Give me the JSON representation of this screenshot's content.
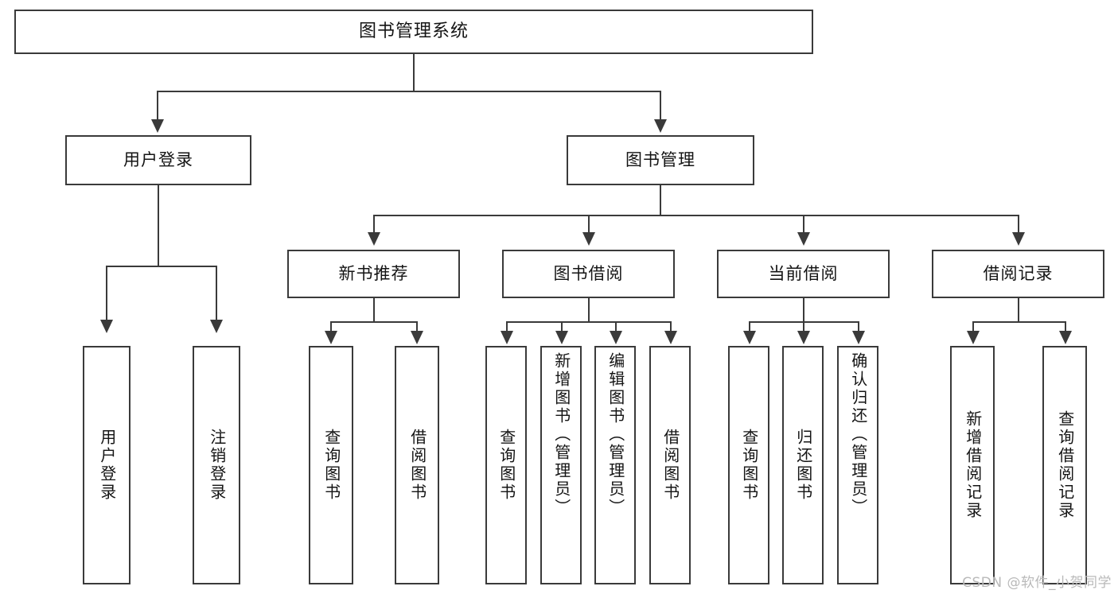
{
  "diagram": {
    "title": "图书管理系统",
    "type": "tree-hierarchy-chart",
    "root": {
      "label": "图书管理系统"
    },
    "level2": [
      {
        "label": "用户登录"
      },
      {
        "label": "图书管理"
      }
    ],
    "level3": [
      {
        "label": "新书推荐"
      },
      {
        "label": "图书借阅"
      },
      {
        "label": "当前借阅"
      },
      {
        "label": "借阅记录"
      }
    ],
    "leaves": {
      "user_login": [
        {
          "label": "用户登录"
        },
        {
          "label": "注销登录"
        }
      ],
      "new_book_recommend": [
        {
          "label": "查询图书"
        },
        {
          "label": "借阅图书"
        }
      ],
      "book_borrow": [
        {
          "label": "查询图书"
        },
        {
          "label": "新增图书（管理员）"
        },
        {
          "label": "编辑图书（管理员）"
        },
        {
          "label": "借阅图书"
        }
      ],
      "current_borrow": [
        {
          "label": "查询图书"
        },
        {
          "label": "归还图书"
        },
        {
          "label": "确认归还（管理员）"
        }
      ],
      "borrow_record": [
        {
          "label": "新增借阅记录"
        },
        {
          "label": "查询借阅记录"
        }
      ]
    }
  },
  "watermark": {
    "text": "CSDN @软件_小贺同学"
  },
  "colors": {
    "stroke": "#3a3a3a",
    "background": "#ffffff",
    "text": "#141414",
    "watermark": "#b9b9b9"
  }
}
